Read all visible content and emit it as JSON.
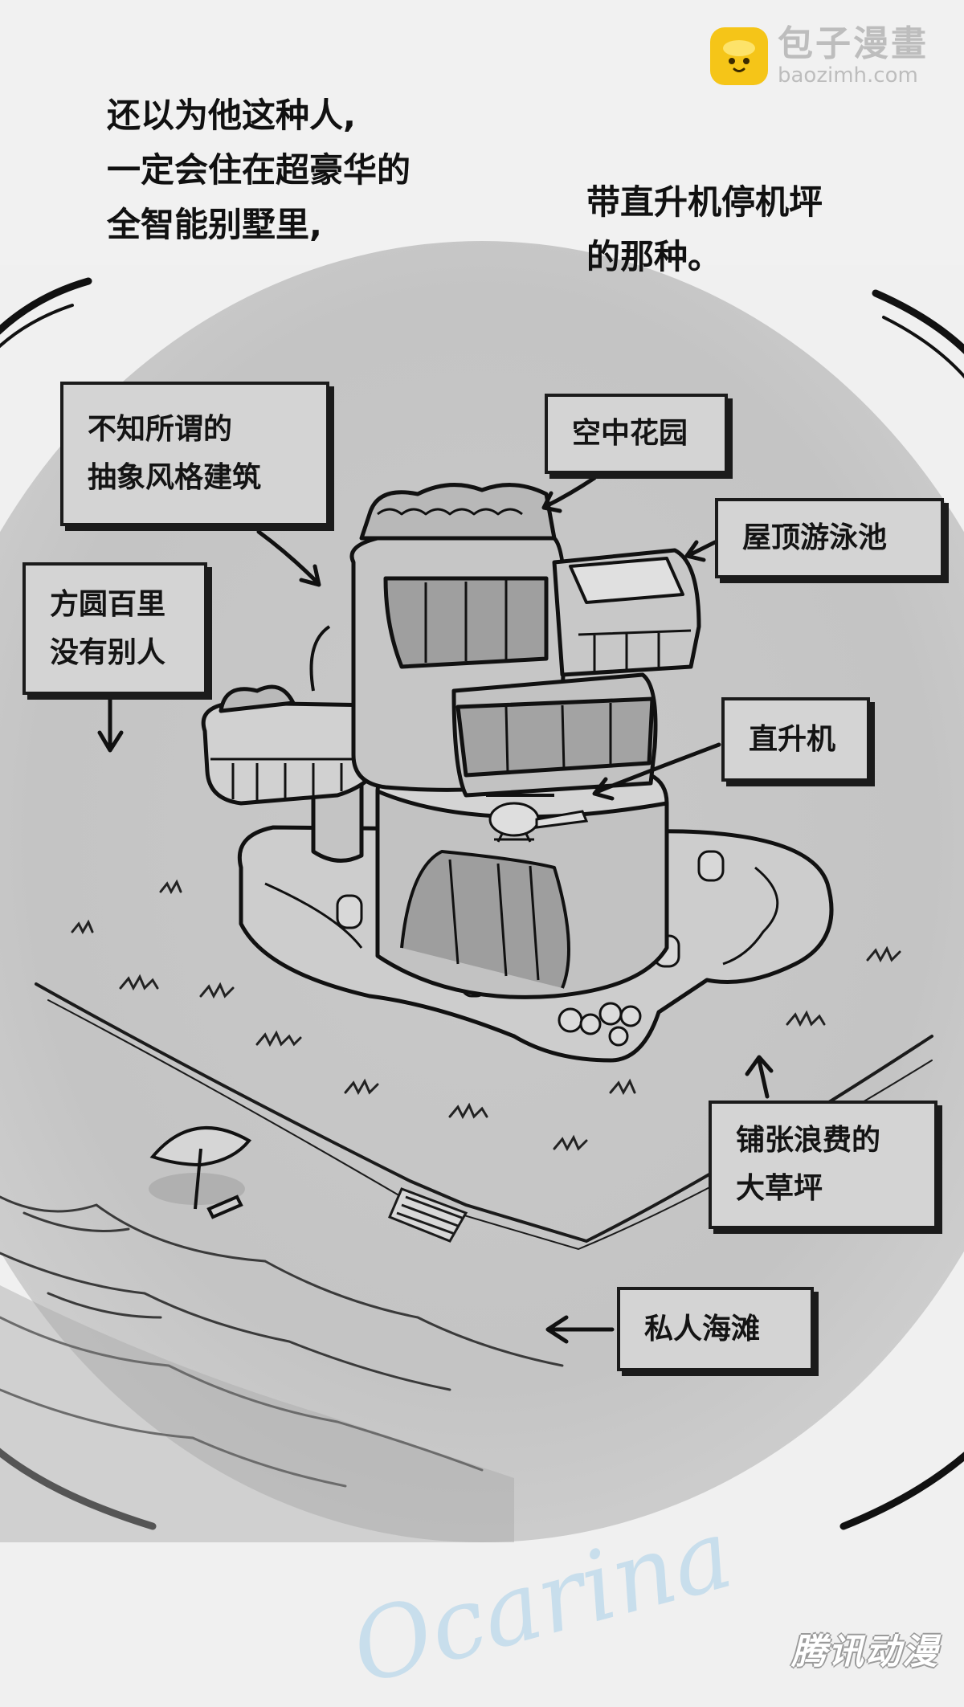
{
  "captions": {
    "left": [
      "还以为他这种人,",
      "一定会住在超豪华的",
      "全智能别墅里,"
    ],
    "right": [
      "带直升机停机坪",
      "的那种。"
    ]
  },
  "labels": {
    "abstract_architecture": [
      "不知所谓的",
      "抽象风格建筑"
    ],
    "sky_garden": [
      "空中花园"
    ],
    "rooftop_pool": [
      "屋顶游泳池"
    ],
    "no_neighbors": [
      "方圆百里",
      "没有别人"
    ],
    "helicopter": [
      "直升机"
    ],
    "lawn": [
      "铺张浪费的",
      "大草坪"
    ],
    "private_beach": [
      "私人海滩"
    ]
  },
  "logo": {
    "name": "包子漫畫",
    "url": "baozimh.com",
    "color": "#f5c518"
  },
  "watermarks": {
    "script": "Ocarina",
    "brand": "腾讯动漫"
  }
}
